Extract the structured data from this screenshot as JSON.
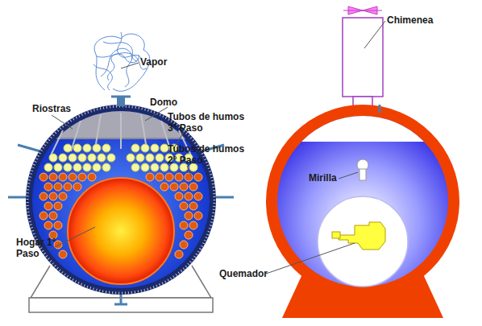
{
  "diagram": {
    "labels": [
      "Vapor",
      "Riostras",
      "Domo",
      "Tubos de humos 3° Paso",
      "Tubos de humos 2° Paso",
      "Hogar 1° Paso",
      "Chimenea",
      "Mirilla",
      "Quemador"
    ]
  }
}
